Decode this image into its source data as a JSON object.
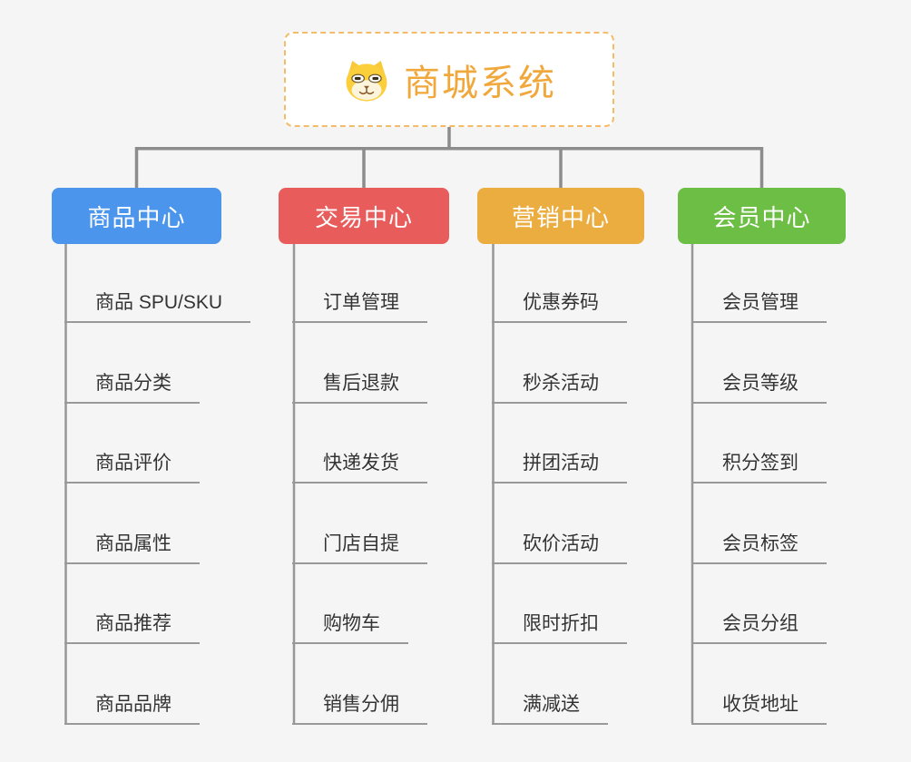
{
  "root": {
    "title": "商城系统",
    "icon": "shiba-dog-icon"
  },
  "branches": [
    {
      "label": "商品中心",
      "color": "#4B96EC",
      "children": [
        "商品 SPU/SKU",
        "商品分类",
        "商品评价",
        "商品属性",
        "商品推荐",
        "商品品牌"
      ]
    },
    {
      "label": "交易中心",
      "color": "#E85D5C",
      "children": [
        "订单管理",
        "售后退款",
        "快递发货",
        "门店自提",
        "购物车",
        "销售分佣"
      ]
    },
    {
      "label": "营销中心",
      "color": "#EBAC40",
      "children": [
        "优惠券码",
        "秒杀活动",
        "拼团活动",
        "砍价活动",
        "限时折扣",
        "满减送"
      ]
    },
    {
      "label": "会员中心",
      "color": "#6DBE45",
      "children": [
        "会员管理",
        "会员等级",
        "积分签到",
        "会员标签",
        "会员分组",
        "收货地址"
      ]
    }
  ],
  "colors": {
    "background": "#F5F5F5",
    "connector": "#8C8C8C",
    "leaf_underline": "#999999",
    "leaf_text": "#333333",
    "root_text": "#F0A83C",
    "root_border": "#F4BC68"
  }
}
